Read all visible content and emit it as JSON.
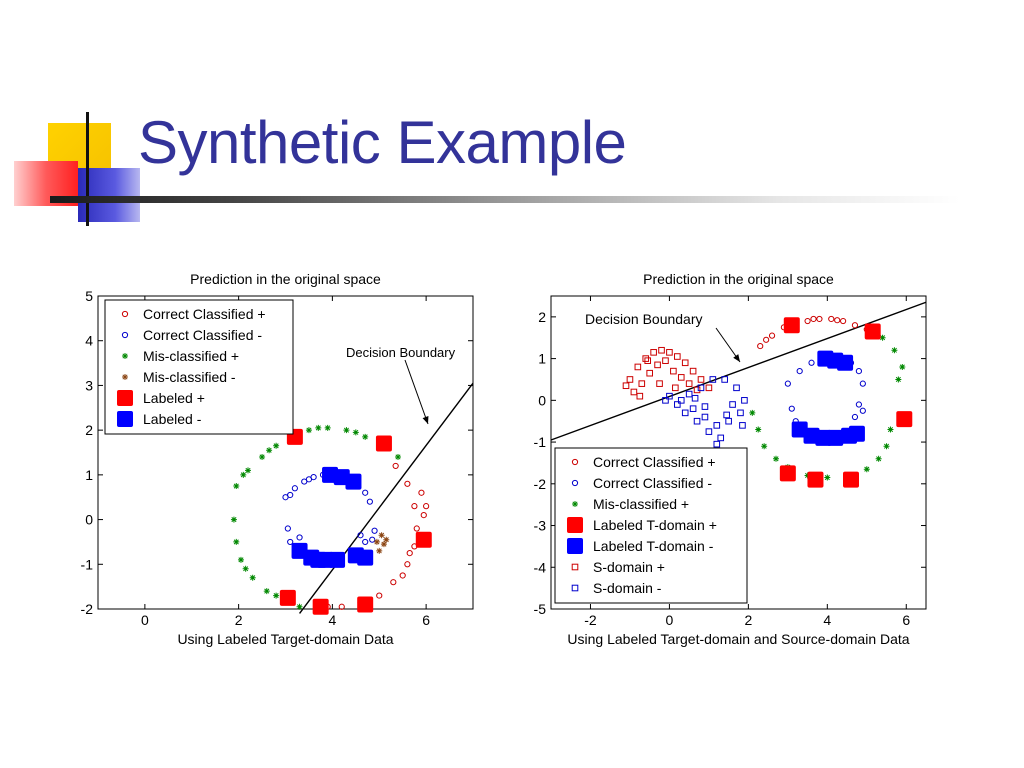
{
  "slide": {
    "title": "Synthetic Example"
  },
  "colors": {
    "title": "#333399",
    "positive": "#cc0000",
    "negative": "#0000cc",
    "misclassified_pos": "#008800",
    "misclassified_neg": "#8b4513",
    "labeled_pos": "#ff0000",
    "labeled_neg": "#0000ff"
  },
  "chart_data": [
    {
      "type": "scatter",
      "title": "Prediction in the original space",
      "xlabel": "Using Labeled Target-domain Data",
      "ylabel": "",
      "xlim": [
        -1,
        7
      ],
      "ylim": [
        -2,
        5
      ],
      "xticks": [
        0,
        2,
        4,
        6
      ],
      "yticks": [
        -2,
        -1,
        0,
        1,
        2,
        3,
        4,
        5
      ],
      "grid": false,
      "legend_position": "top-left",
      "annotation": {
        "text": "Decision Boundary"
      },
      "boundary": [
        [
          3.3,
          -2.1
        ],
        [
          7.0,
          3.05
        ]
      ],
      "series": [
        {
          "name": "Correct Classified +",
          "marker": "circle",
          "color": "#cc0000",
          "points": [
            [
              5.05,
              1.6
            ],
            [
              5.35,
              1.2
            ],
            [
              5.6,
              0.8
            ],
            [
              5.75,
              0.3
            ],
            [
              5.8,
              -0.2
            ],
            [
              5.75,
              -0.6
            ],
            [
              5.6,
              -1.0
            ],
            [
              5.3,
              -1.4
            ],
            [
              5.0,
              -1.7
            ],
            [
              4.6,
              -1.85
            ],
            [
              4.2,
              -1.95
            ],
            [
              3.9,
              -1.95
            ],
            [
              5.9,
              0.6
            ],
            [
              5.95,
              0.1
            ],
            [
              5.5,
              -1.25
            ],
            [
              4.8,
              -1.8
            ],
            [
              6.0,
              0.3
            ],
            [
              5.65,
              -0.75
            ]
          ]
        },
        {
          "name": "Correct Classified -",
          "marker": "circle",
          "color": "#0000cc",
          "points": [
            [
              3.0,
              0.5
            ],
            [
              3.2,
              0.7
            ],
            [
              3.4,
              0.85
            ],
            [
              3.6,
              0.95
            ],
            [
              3.8,
              1.0
            ],
            [
              4.0,
              1.0
            ],
            [
              4.2,
              0.95
            ],
            [
              4.5,
              0.8
            ],
            [
              4.7,
              0.6
            ],
            [
              4.8,
              0.4
            ],
            [
              3.1,
              0.55
            ],
            [
              3.5,
              0.9
            ],
            [
              3.05,
              -0.2
            ],
            [
              3.1,
              -0.5
            ],
            [
              3.2,
              -0.8
            ],
            [
              3.3,
              -0.4
            ],
            [
              4.6,
              -0.35
            ],
            [
              4.7,
              -0.5
            ],
            [
              4.9,
              -0.25
            ],
            [
              4.85,
              -0.45
            ]
          ]
        },
        {
          "name": "Mis-classified +",
          "marker": "star",
          "color": "#008800",
          "points": [
            [
              1.95,
              0.75
            ],
            [
              2.2,
              1.1
            ],
            [
              2.5,
              1.4
            ],
            [
              2.8,
              1.65
            ],
            [
              3.1,
              1.85
            ],
            [
              3.5,
              2.0
            ],
            [
              3.9,
              2.05
            ],
            [
              4.3,
              2.0
            ],
            [
              4.7,
              1.85
            ],
            [
              5.1,
              1.65
            ],
            [
              5.4,
              1.4
            ],
            [
              1.9,
              0.0
            ],
            [
              1.95,
              -0.5
            ],
            [
              2.05,
              -0.9
            ],
            [
              2.3,
              -1.3
            ],
            [
              2.6,
              -1.6
            ],
            [
              3.0,
              -1.8
            ],
            [
              3.3,
              -1.95
            ],
            [
              2.1,
              1.0
            ],
            [
              2.65,
              1.55
            ],
            [
              4.5,
              1.95
            ],
            [
              2.15,
              -1.1
            ],
            [
              2.8,
              -1.7
            ],
            [
              3.7,
              2.05
            ]
          ]
        },
        {
          "name": "Mis-classified -",
          "marker": "star",
          "color": "#8b4513",
          "points": [
            [
              4.95,
              -0.5
            ],
            [
              5.05,
              -0.35
            ],
            [
              5.1,
              -0.55
            ],
            [
              5.0,
              -0.7
            ],
            [
              5.15,
              -0.45
            ]
          ]
        },
        {
          "name": "Labeled +",
          "marker": "square",
          "color": "#ff0000",
          "points": [
            [
              3.2,
              1.85
            ],
            [
              5.1,
              1.7
            ],
            [
              5.95,
              -0.45
            ],
            [
              4.7,
              -1.9
            ],
            [
              3.75,
              -1.95
            ],
            [
              3.05,
              -1.75
            ]
          ]
        },
        {
          "name": "Labeled -",
          "marker": "square",
          "color": "#0000ff",
          "points": [
            [
              3.95,
              1.0
            ],
            [
              4.2,
              0.95
            ],
            [
              4.45,
              0.85
            ],
            [
              3.3,
              -0.7
            ],
            [
              3.55,
              -0.85
            ],
            [
              3.85,
              -0.9
            ],
            [
              4.5,
              -0.8
            ],
            [
              4.7,
              -0.85
            ],
            [
              3.7,
              -0.9
            ],
            [
              4.1,
              -0.9
            ]
          ]
        }
      ]
    },
    {
      "type": "scatter",
      "title": "Prediction in the original space",
      "xlabel": "Using Labeled Target-domain and Source-domain Data",
      "ylabel": "",
      "xlim": [
        -3,
        6.5
      ],
      "ylim": [
        -5,
        2.5
      ],
      "xticks": [
        -2,
        0,
        2,
        4,
        6
      ],
      "yticks": [
        -5,
        -4,
        -3,
        -2,
        -1,
        0,
        1,
        2
      ],
      "grid": false,
      "legend_position": "bottom-left",
      "annotation": {
        "text": "Decision Boundary"
      },
      "boundary": [
        [
          -3.0,
          -0.95
        ],
        [
          6.5,
          2.35
        ]
      ],
      "series": [
        {
          "name": "Correct Classified +",
          "marker": "circle",
          "color": "#cc0000",
          "points": [
            [
              2.3,
              1.3
            ],
            [
              2.6,
              1.55
            ],
            [
              2.9,
              1.75
            ],
            [
              3.2,
              1.85
            ],
            [
              3.5,
              1.9
            ],
            [
              3.8,
              1.95
            ],
            [
              4.1,
              1.95
            ],
            [
              4.4,
              1.9
            ],
            [
              4.7,
              1.8
            ],
            [
              5.0,
              1.7
            ],
            [
              2.45,
              1.45
            ],
            [
              3.65,
              1.95
            ],
            [
              4.25,
              1.92
            ]
          ]
        },
        {
          "name": "Correct Classified -",
          "marker": "circle",
          "color": "#0000cc",
          "points": [
            [
              3.0,
              0.4
            ],
            [
              3.3,
              0.7
            ],
            [
              3.6,
              0.9
            ],
            [
              3.9,
              1.0
            ],
            [
              4.3,
              1.0
            ],
            [
              4.6,
              0.9
            ],
            [
              4.8,
              0.7
            ],
            [
              4.9,
              0.4
            ],
            [
              3.1,
              -0.2
            ],
            [
              3.2,
              -0.5
            ],
            [
              3.4,
              -0.75
            ],
            [
              4.7,
              -0.4
            ],
            [
              4.8,
              -0.1
            ],
            [
              4.9,
              -0.25
            ]
          ]
        },
        {
          "name": "Mis-classified +",
          "marker": "star",
          "color": "#008800",
          "points": [
            [
              2.1,
              -0.3
            ],
            [
              2.25,
              -0.7
            ],
            [
              2.4,
              -1.1
            ],
            [
              2.7,
              -1.4
            ],
            [
              3.0,
              -1.6
            ],
            [
              3.5,
              -1.8
            ],
            [
              4.0,
              -1.85
            ],
            [
              4.5,
              -1.8
            ],
            [
              5.0,
              -1.65
            ],
            [
              5.3,
              -1.4
            ],
            [
              5.5,
              -1.1
            ],
            [
              5.6,
              -0.7
            ],
            [
              5.9,
              0.8
            ],
            [
              5.7,
              1.2
            ],
            [
              5.4,
              1.5
            ],
            [
              5.8,
              0.5
            ]
          ]
        },
        {
          "name": "Labeled T-domain +",
          "marker": "square",
          "color": "#ff0000",
          "points": [
            [
              3.1,
              1.8
            ],
            [
              5.15,
              1.65
            ],
            [
              5.95,
              -0.45
            ],
            [
              4.6,
              -1.9
            ],
            [
              3.7,
              -1.9
            ],
            [
              3.0,
              -1.75
            ]
          ]
        },
        {
          "name": "Labeled T-domain -",
          "marker": "square",
          "color": "#0000ff",
          "points": [
            [
              3.95,
              1.0
            ],
            [
              4.2,
              0.95
            ],
            [
              4.45,
              0.9
            ],
            [
              3.3,
              -0.7
            ],
            [
              3.6,
              -0.85
            ],
            [
              3.9,
              -0.9
            ],
            [
              4.55,
              -0.85
            ],
            [
              4.75,
              -0.8
            ],
            [
              4.2,
              -0.9
            ]
          ]
        },
        {
          "name": "S-domain +",
          "marker": "sqopen",
          "color": "#cc0000",
          "points": [
            [
              -1.0,
              0.5
            ],
            [
              -0.8,
              0.8
            ],
            [
              -0.6,
              1.0
            ],
            [
              -0.4,
              1.15
            ],
            [
              -0.2,
              1.2
            ],
            [
              0.0,
              1.15
            ],
            [
              0.2,
              1.05
            ],
            [
              0.4,
              0.9
            ],
            [
              0.6,
              0.7
            ],
            [
              0.8,
              0.5
            ],
            [
              1.0,
              0.3
            ],
            [
              -0.9,
              0.2
            ],
            [
              -0.7,
              0.4
            ],
            [
              -0.5,
              0.65
            ],
            [
              -0.3,
              0.85
            ],
            [
              -0.1,
              0.95
            ],
            [
              0.1,
              0.7
            ],
            [
              0.3,
              0.55
            ],
            [
              0.5,
              0.4
            ],
            [
              -1.1,
              0.35
            ],
            [
              -0.75,
              0.1
            ],
            [
              -0.25,
              0.4
            ],
            [
              0.15,
              0.3
            ],
            [
              -0.55,
              0.95
            ],
            [
              0.7,
              0.25
            ]
          ]
        },
        {
          "name": "S-domain -",
          "marker": "sqopen",
          "color": "#0000cc",
          "points": [
            [
              0.0,
              0.1
            ],
            [
              0.3,
              0.0
            ],
            [
              0.6,
              -0.2
            ],
            [
              0.9,
              -0.4
            ],
            [
              1.2,
              -0.6
            ],
            [
              1.5,
              -0.5
            ],
            [
              1.8,
              -0.3
            ],
            [
              1.9,
              0.0
            ],
            [
              1.7,
              0.3
            ],
            [
              1.4,
              0.5
            ],
            [
              1.1,
              0.5
            ],
            [
              0.8,
              0.3
            ],
            [
              0.5,
              0.15
            ],
            [
              0.2,
              -0.1
            ],
            [
              -0.1,
              0.0
            ],
            [
              0.4,
              -0.3
            ],
            [
              0.7,
              -0.5
            ],
            [
              1.0,
              -0.75
            ],
            [
              1.3,
              -0.9
            ],
            [
              1.2,
              -1.05
            ],
            [
              1.6,
              -0.1
            ],
            [
              1.85,
              -0.6
            ],
            [
              0.9,
              -0.15
            ],
            [
              1.45,
              -0.35
            ],
            [
              0.65,
              0.05
            ]
          ]
        }
      ]
    }
  ]
}
